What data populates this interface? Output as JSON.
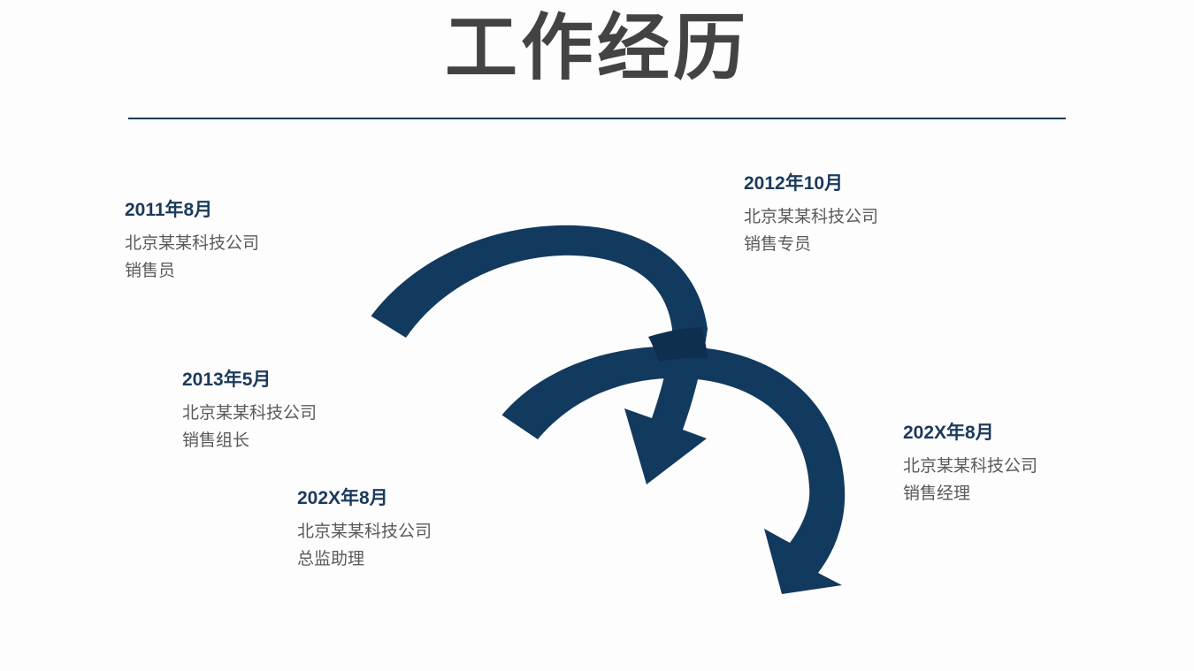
{
  "slide": {
    "title": "工作经历",
    "background_color": "#fdfdfd",
    "rule_color": "#123a55",
    "title_color": "#434343",
    "accent_color": "#123a5e",
    "date_color": "#1b3a5c",
    "body_color": "#5a5a5a"
  },
  "timeline": {
    "entries": [
      {
        "date": "2011年8月",
        "company": "北京某某科技公司",
        "role": "销售员"
      },
      {
        "date": "2012年10月",
        "company": "北京某某科技公司",
        "role": "销售专员"
      },
      {
        "date": "2013年5月",
        "company": "北京某某科技公司",
        "role": "销售组长"
      },
      {
        "date": "202X年8月",
        "company": "北京某某科技公司",
        "role": "总监助理"
      },
      {
        "date": "202X年8月",
        "company": "北京某某科技公司",
        "role": "销售经理"
      }
    ]
  },
  "arrows": [
    {
      "name": "curved-arrow-upper",
      "color": "#123a5e"
    },
    {
      "name": "curved-arrow-lower",
      "color": "#123a5e"
    }
  ]
}
